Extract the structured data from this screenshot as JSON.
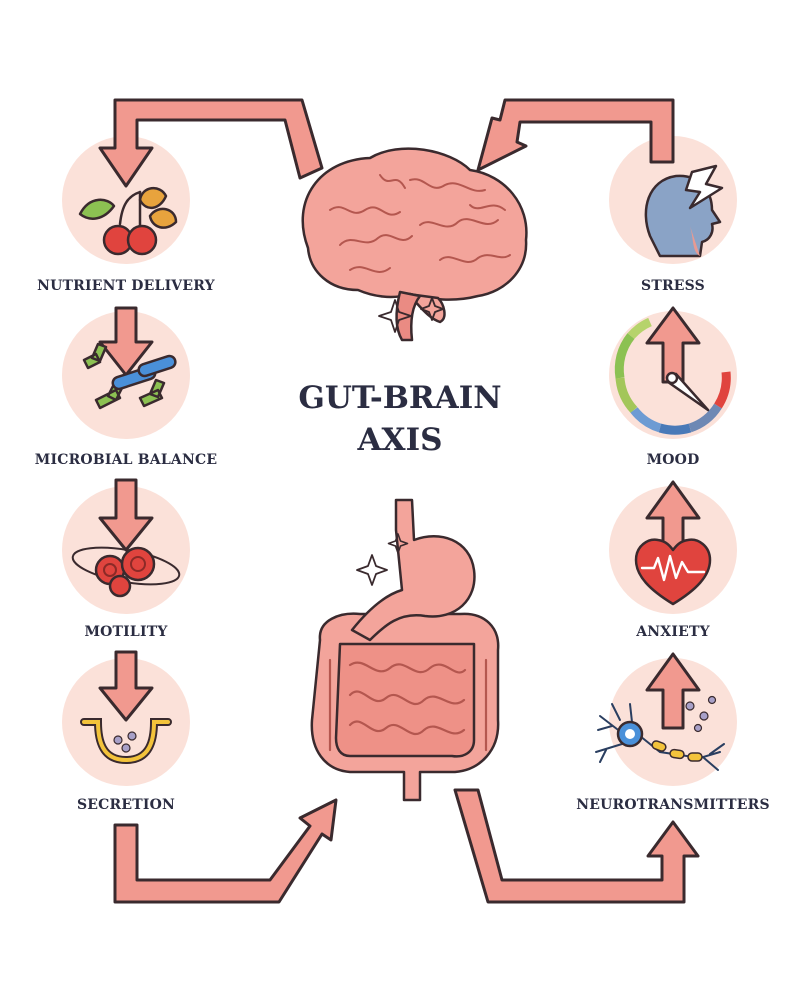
{
  "title": {
    "line1": "GUT-BRAIN",
    "line2": "AXIS"
  },
  "left_steps": [
    {
      "label": "NUTRIENT DELIVERY",
      "icon": "cherries-leaves-icon"
    },
    {
      "label": "MICROBIAL BALANCE",
      "icon": "bacteria-icon"
    },
    {
      "label": "MOTILITY",
      "icon": "motility-cells-icon"
    },
    {
      "label": "SECRETION",
      "icon": "secretion-gland-icon"
    }
  ],
  "right_steps": [
    {
      "label": "STRESS",
      "icon": "stressed-head-icon"
    },
    {
      "label": "MOOD",
      "icon": "mood-gauge-icon"
    },
    {
      "label": "ANXIETY",
      "icon": "heart-pulse-icon"
    },
    {
      "label": "NEUROTRANSMITTERS",
      "icon": "neuron-icon"
    }
  ],
  "center": {
    "brain_icon": "brain-icon",
    "gut_icon": "digestive-system-icon"
  },
  "colors": {
    "arrow_fill": "#f1998f",
    "arrow_stroke": "#3a2a2e",
    "circle_bg": "#fbe1d9",
    "text": "#2b2d42",
    "organ_pink": "#f3a49b"
  }
}
